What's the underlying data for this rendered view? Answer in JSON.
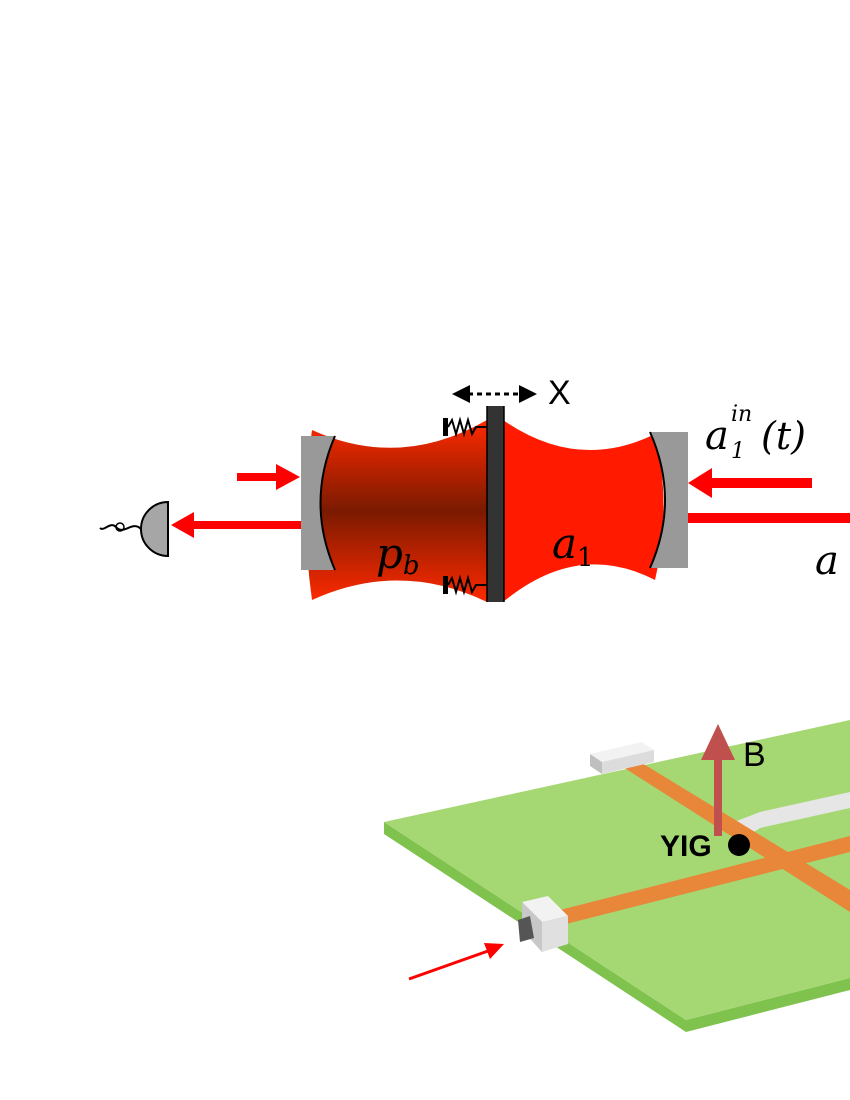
{
  "labels": {
    "displacement": "X",
    "mode_left_base": "p",
    "mode_left_sub": "b",
    "mode_right_base": "a",
    "mode_right_sub": "1",
    "input_base": "a",
    "input_sup": "in",
    "input_sub": "1",
    "input_arg": "(t)",
    "output_partial": "a",
    "field": "B",
    "sample": "YIG"
  },
  "colors": {
    "laser_red": "#ff0000",
    "cavity_red": "#ff1a00",
    "cavity_dark": "#7a1a00",
    "mirror_gray": "#999999",
    "membrane": "#333333",
    "board_green": "#a5d873",
    "board_edge": "#7fc24d",
    "strip_orange": "#e8863a",
    "field_arrow": "#c0504d",
    "connector_light": "#e6e6e6",
    "detector_gray": "#a6a6a6"
  }
}
